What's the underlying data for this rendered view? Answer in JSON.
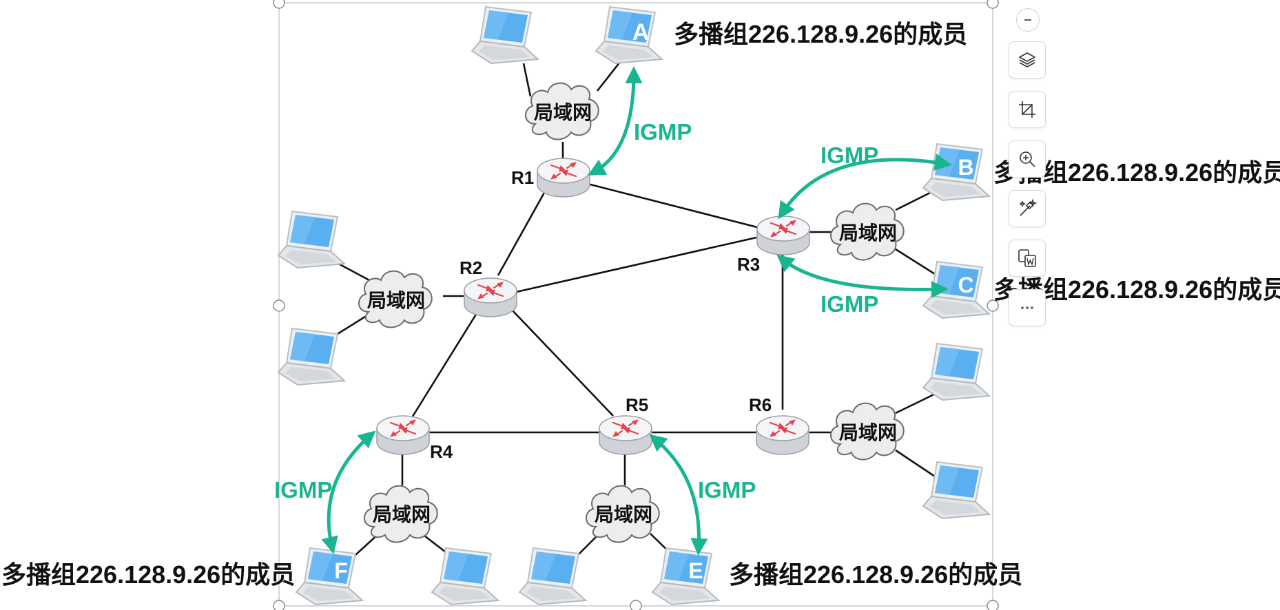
{
  "diagram": {
    "member_text": "多播组226.128.9.26的成员",
    "lan_label": "局域网",
    "igmp_label": "IGMP",
    "routers": [
      "R1",
      "R2",
      "R3",
      "R4",
      "R5",
      "R6"
    ],
    "hosts": [
      "A",
      "B",
      "C",
      "E",
      "F"
    ]
  },
  "colors": {
    "igmp": "#19b591",
    "laptop_screen": "#5aaff0",
    "router_arrow": "#e8414d",
    "link": "#111111"
  },
  "toolbar": {
    "items": [
      "minus-icon",
      "layers-icon",
      "crop-icon",
      "zoom-in-icon",
      "magic-wand-icon",
      "convert-to-word-icon",
      "more-icon"
    ]
  }
}
